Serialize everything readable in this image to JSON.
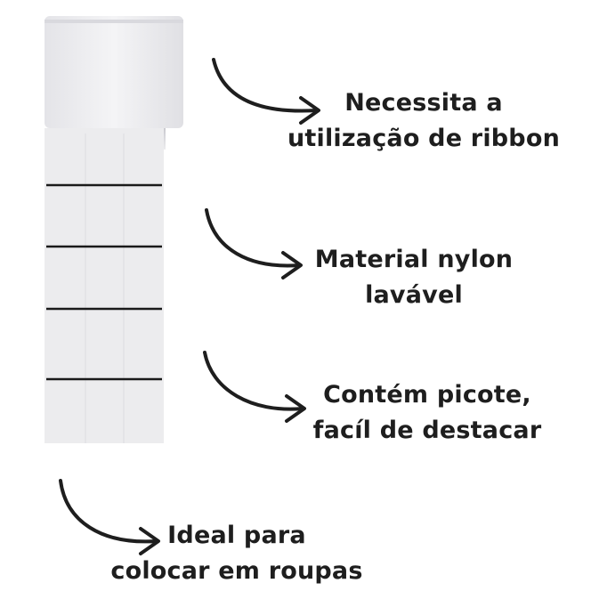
{
  "product": {
    "image_name": "label-roll",
    "colors": {
      "label": "#ececee",
      "core": "#f3f3f5",
      "perforation": "#1a1a1a",
      "text": "#1e1e1e"
    }
  },
  "callouts": [
    {
      "line1": "Necessita a",
      "line2": "utilização de ribbon",
      "icon": "curved-arrow-icon"
    },
    {
      "line1": "Material nylon",
      "line2": "lavável",
      "icon": "curved-arrow-icon"
    },
    {
      "line1": "Contém picote,",
      "line2": "facíl de destacar",
      "icon": "curved-arrow-icon"
    },
    {
      "line1": "Ideal para",
      "line2": "colocar em roupas",
      "icon": "curved-arrow-icon"
    }
  ]
}
